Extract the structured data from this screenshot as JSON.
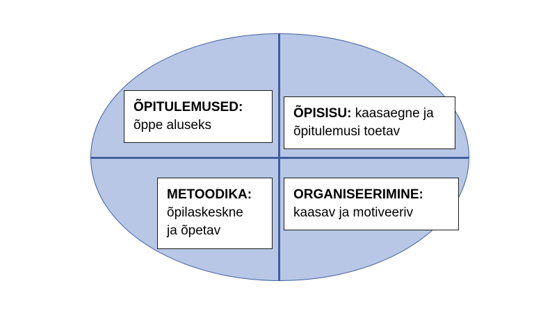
{
  "diagram": {
    "colors": {
      "ellipse_fill": "#b8c7e6",
      "divider_color": "#3f5e9e",
      "box_border": "#1a1a1a"
    },
    "quadrants": [
      {
        "id": "opitulemused",
        "label": "ÕPITULEMUSED:",
        "text": "õppe aluseks"
      },
      {
        "id": "opisisu",
        "label": "ÕPISISU:",
        "text": "kaasaegne ja\nõpitulemusi toetav"
      },
      {
        "id": "metoodika",
        "label": "METOODIKA:",
        "text": "õpilaskeskne\nja õpetav"
      },
      {
        "id": "organiseerimine",
        "label": "ORGANISEERIMINE:",
        "text": "kaasav ja motiveeriv"
      }
    ]
  }
}
